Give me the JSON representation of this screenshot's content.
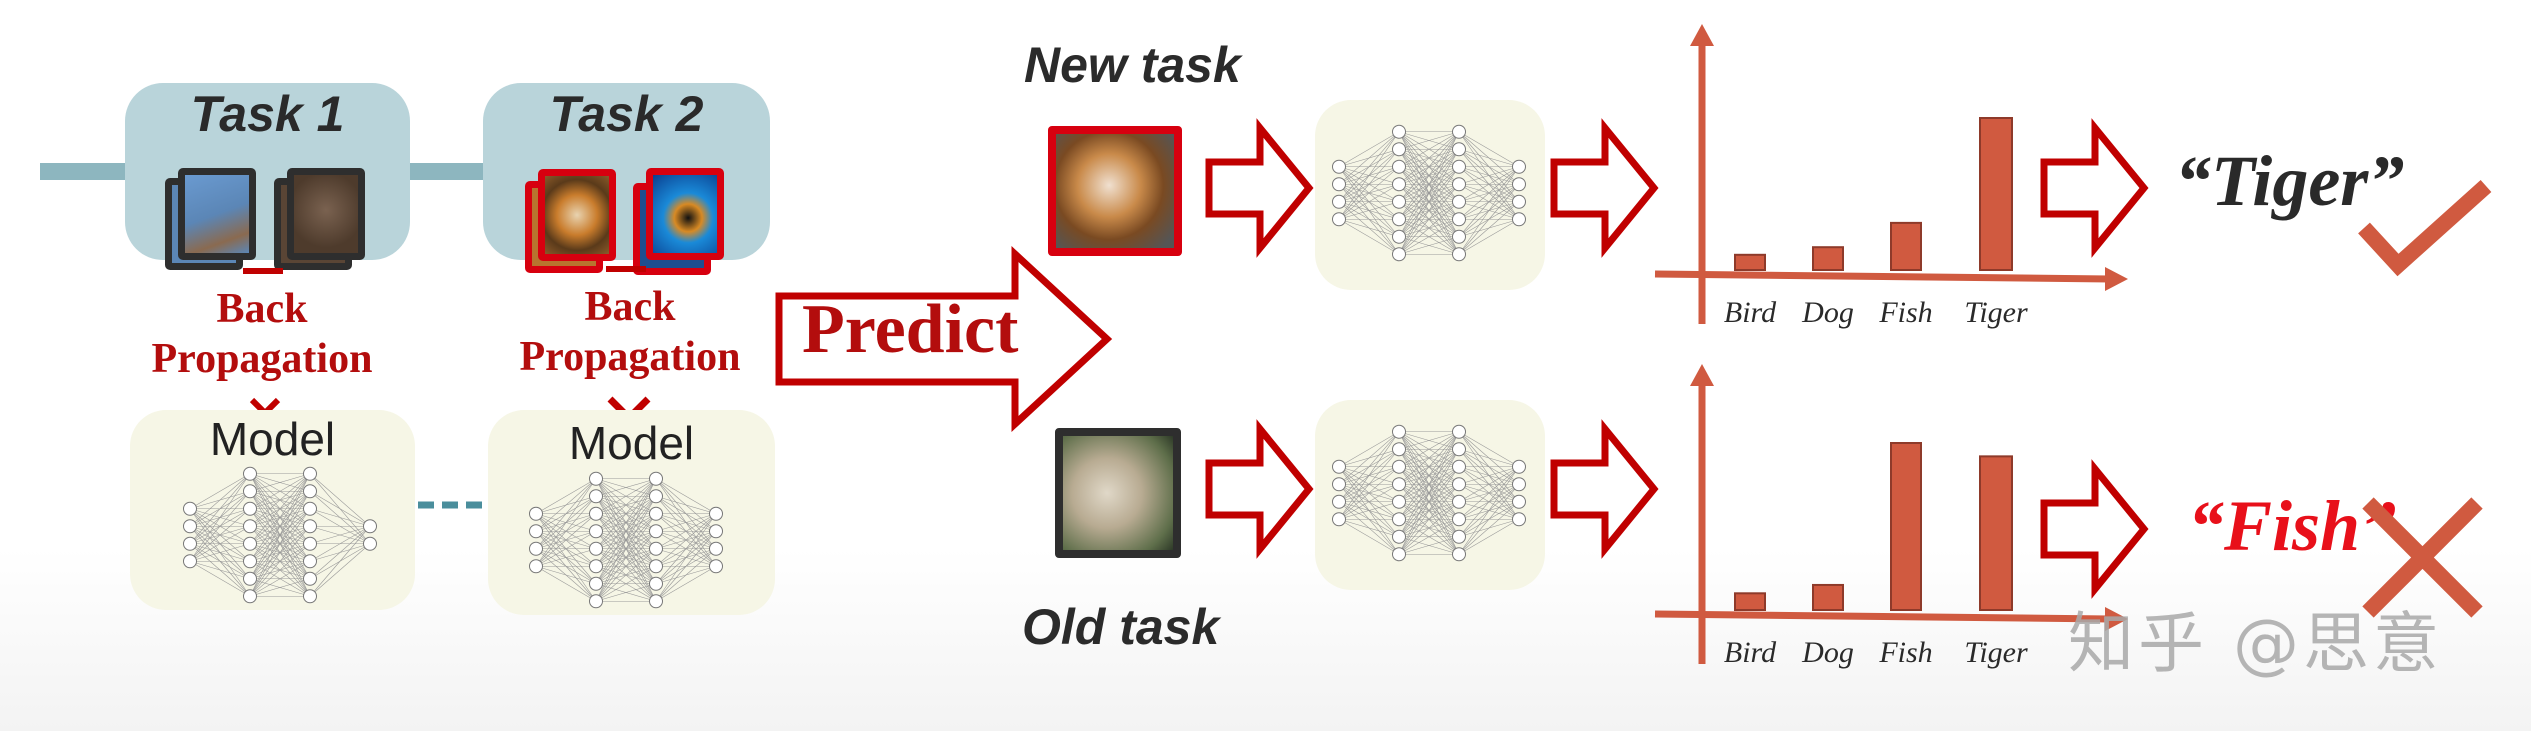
{
  "training": {
    "tasks": [
      {
        "title": "Task 1",
        "images": [
          "bird-image",
          "dog-image"
        ],
        "card_border": "#2e2e2e"
      },
      {
        "title": "Task 2",
        "images": [
          "tiger-image",
          "fish-image"
        ],
        "card_border": "#d7000f"
      }
    ],
    "backprop_label_line1": "Back",
    "backprop_label_line2": "Propagation",
    "model_label": "Model",
    "models": [
      {
        "layers": [
          4,
          8,
          8,
          2
        ]
      },
      {
        "layers": [
          4,
          8,
          8,
          4
        ]
      }
    ]
  },
  "predict_label": "Predict",
  "rows": [
    {
      "label": "New task",
      "input_image": "tiger-cub-image",
      "image_border": "#d7000f",
      "network_layers": [
        4,
        8,
        8,
        4
      ],
      "prediction": "“Tiger”",
      "prediction_color": "#2a2a2a",
      "result": "correct",
      "result_icon": "check-icon"
    },
    {
      "label": "Old task",
      "input_image": "dog-photo-image",
      "image_border": "#2e2e2e",
      "network_layers": [
        4,
        8,
        8,
        4
      ],
      "prediction": "“Fish”",
      "prediction_color": "#e8101a",
      "result": "incorrect",
      "result_icon": "cross-icon"
    }
  ],
  "chart_data": [
    {
      "type": "bar",
      "title": "New task output",
      "categories": [
        "Bird",
        "Dog",
        "Fish",
        "Tiger"
      ],
      "values": [
        10,
        15,
        31,
        100
      ],
      "xlabel": "",
      "ylabel": "",
      "ylim": [
        0,
        120
      ],
      "grid": false,
      "legend": "none",
      "color": "#d05a40"
    },
    {
      "type": "bar",
      "title": "Old task output",
      "categories": [
        "Bird",
        "Dog",
        "Fish",
        "Tiger"
      ],
      "values": [
        10,
        15,
        100,
        92
      ],
      "xlabel": "",
      "ylabel": "",
      "ylim": [
        0,
        120
      ],
      "grid": false,
      "legend": "none",
      "color": "#d05a40"
    }
  ],
  "watermark": "知乎 @思意",
  "colors": {
    "arrow_red": "#c00000",
    "chart_orange": "#d05a40",
    "task_box": "#b9d4da",
    "model_box": "#f6f6e6",
    "timeline": "#8db6bf"
  }
}
